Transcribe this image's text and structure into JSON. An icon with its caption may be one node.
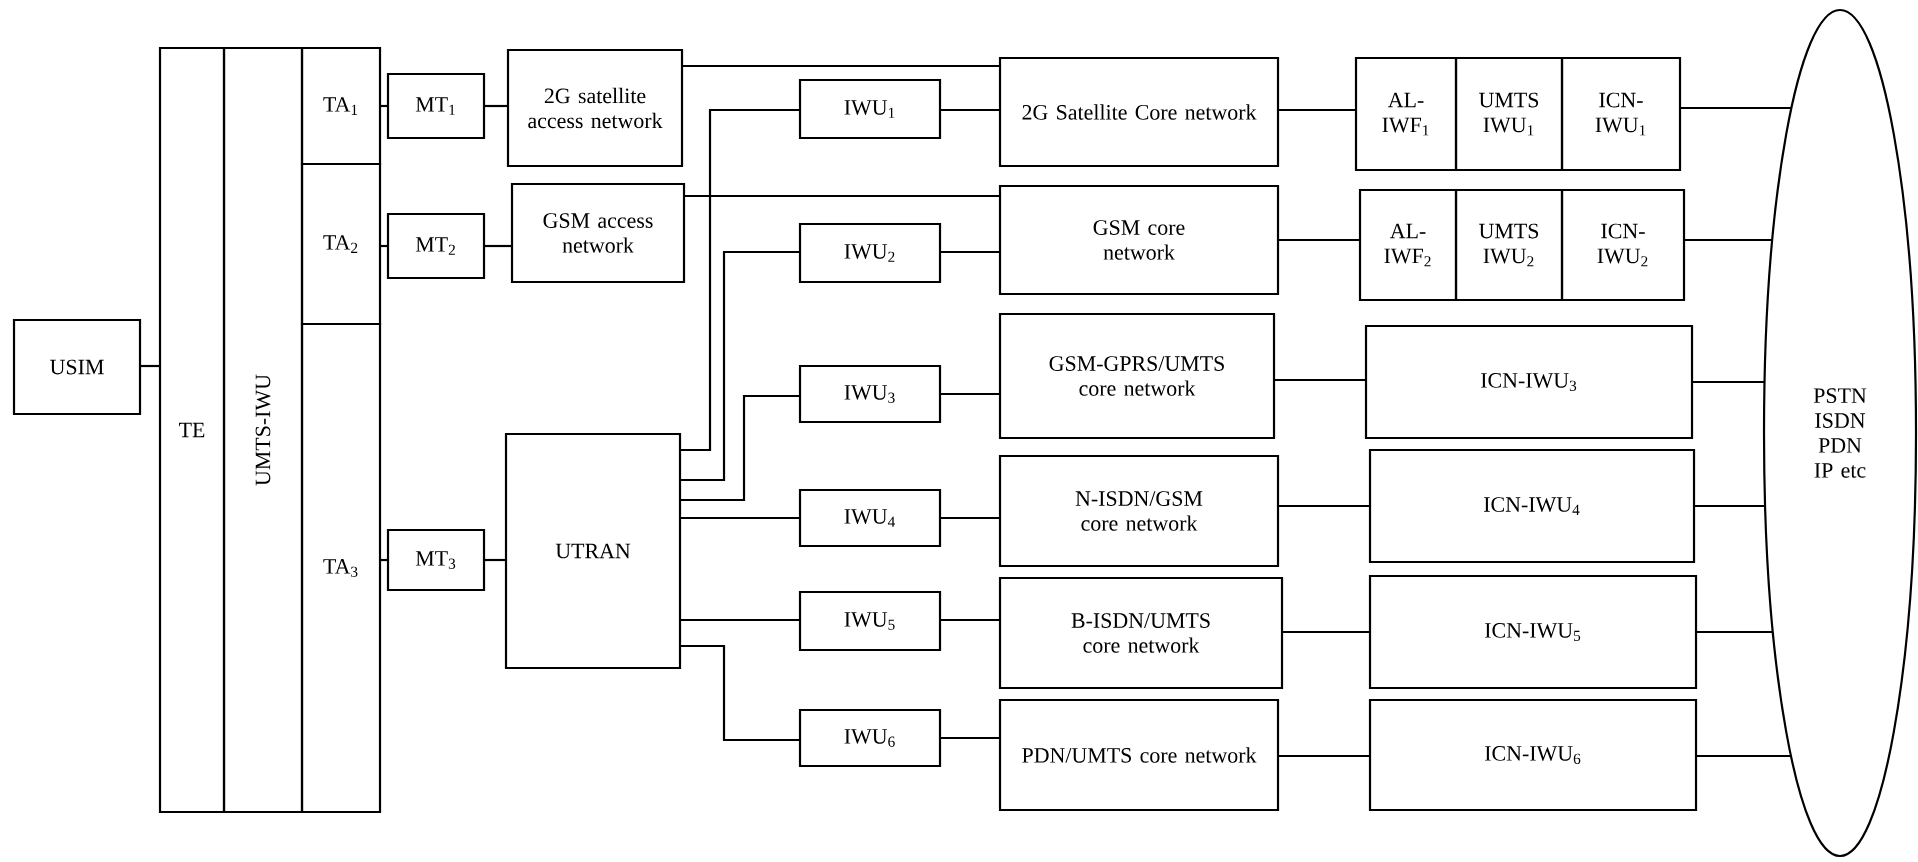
{
  "diagram": {
    "nodes": [
      {
        "text": [
          "USIM"
        ]
      },
      {
        "text": [
          "TE"
        ]
      },
      {
        "text": [
          "UMTS-IWU"
        ]
      },
      {
        "text": [
          "TA$_{1}$"
        ]
      },
      {
        "text": [
          "TA$_{2}$"
        ]
      },
      {
        "text": [
          "TA$_{3}$"
        ]
      },
      {
        "text": [
          "MT$_{1}$"
        ]
      },
      {
        "text": [
          "MT$_{2}$"
        ]
      },
      {
        "text": [
          "MT$_{3}$"
        ]
      },
      {
        "text": [
          "2G satellite access network"
        ]
      },
      {
        "text": [
          "GSM access network"
        ]
      },
      {
        "text": [
          "UTRAN"
        ]
      },
      {
        "text": [
          "IWU$_{1}$"
        ]
      },
      {
        "text": [
          "IWU$_{2}$"
        ]
      },
      {
        "text": [
          "IWU$_{3}$"
        ]
      },
      {
        "text": [
          "IWU$_{4}$"
        ]
      },
      {
        "text": [
          "IWU$_{5}$"
        ]
      },
      {
        "text": [
          "IWU$_{6}$"
        ]
      },
      {
        "text": [
          "2G Satellite Core network"
        ]
      },
      {
        "text": [
          "GSM core network"
        ]
      },
      {
        "text": [
          "GSM-GPRS/UMTS core network"
        ]
      },
      {
        "text": [
          "N-ISDN/GSM core network"
        ]
      },
      {
        "text": [
          "B-ISDN/UMTS core network"
        ]
      },
      {
        "text": [
          "PDN/UMTS core network"
        ]
      },
      {
        "text": [
          "AL-IWF$_{1}$"
        ]
      },
      {
        "text": [
          "UMTS IWU$_{1}$"
        ]
      },
      {
        "text": [
          "ICN-IWU$_{1}$"
        ]
      },
      {
        "text": [
          "AL-IWF$_{2}$"
        ]
      },
      {
        "text": [
          "UMTS IWU$_{2}$"
        ]
      },
      {
        "text": [
          "ICN-IWU$_{2}$"
        ]
      },
      {
        "text": [
          "ICN-IWU$_{3}$"
        ]
      },
      {
        "text": [
          "ICN-IWU$_{4}$"
        ]
      },
      {
        "text": [
          "ICN-IWU$_{5}$"
        ]
      },
      {
        "text": [
          "ICN-IWU$_{6}$"
        ]
      },
      {
        "text": [
          "PSTN ISDN PDN IP etc"
        ]
      }
    ],
    "edges": [
      {
        "from": 0,
        "to": 1,
        "arrow": "none"
      },
      {
        "from": 3,
        "to": 6,
        "arrow": "none"
      },
      {
        "from": 4,
        "to": 7,
        "arrow": "none"
      },
      {
        "from": 5,
        "to": 8,
        "arrow": "none"
      },
      {
        "from": 6,
        "to": 9,
        "arrow": "none"
      },
      {
        "from": 7,
        "to": 10,
        "arrow": "none"
      },
      {
        "from": 8,
        "to": 11,
        "arrow": "none"
      },
      {
        "from": 9,
        "to": 18,
        "arrow": "none"
      },
      {
        "from": 10,
        "to": 19,
        "arrow": "none"
      },
      {
        "from": 11,
        "to": 12,
        "arrow": "none"
      },
      {
        "from": 11,
        "to": 13,
        "arrow": "none"
      },
      {
        "from": 11,
        "to": 14,
        "arrow": "none"
      },
      {
        "from": 11,
        "to": 15,
        "arrow": "none"
      },
      {
        "from": 11,
        "to": 16,
        "arrow": "none"
      },
      {
        "from": 11,
        "to": 17,
        "arrow": "none"
      },
      {
        "from": 12,
        "to": 18,
        "arrow": "none"
      },
      {
        "from": 13,
        "to": 19,
        "arrow": "none"
      },
      {
        "from": 14,
        "to": 20,
        "arrow": "none"
      },
      {
        "from": 15,
        "to": 21,
        "arrow": "none"
      },
      {
        "from": 16,
        "to": 22,
        "arrow": "none"
      },
      {
        "from": 17,
        "to": 23,
        "arrow": "none"
      },
      {
        "from": 18,
        "to": 24,
        "arrow": "none"
      },
      {
        "from": 19,
        "to": 27,
        "arrow": "none"
      },
      {
        "from": 20,
        "to": 30,
        "arrow": "none"
      },
      {
        "from": 21,
        "to": 31,
        "arrow": "none"
      },
      {
        "from": 22,
        "to": 32,
        "arrow": "none"
      },
      {
        "from": 23,
        "to": 33,
        "arrow": "none"
      },
      {
        "from": 26,
        "to": 34,
        "arrow": "none"
      },
      {
        "from": 29,
        "to": 34,
        "arrow": "none"
      },
      {
        "from": 30,
        "to": 34,
        "arrow": "none"
      },
      {
        "from": 31,
        "to": 34,
        "arrow": "none"
      },
      {
        "from": 32,
        "to": 34,
        "arrow": "none"
      },
      {
        "from": 33,
        "to": 34,
        "arrow": "none"
      }
    ]
  }
}
